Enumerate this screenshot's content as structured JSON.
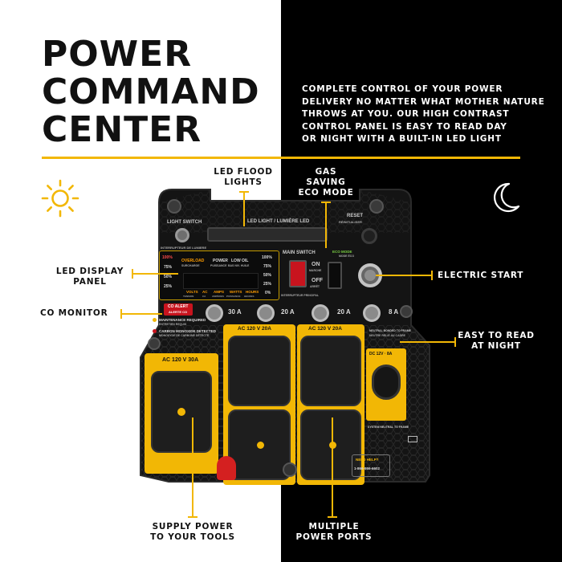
{
  "headline": [
    "POWER",
    "COMMAND",
    "CENTER"
  ],
  "intro_lines": [
    "COMPLETE CONTROL OF YOUR POWER",
    "DELIVERY NO MATTER WHAT MOTHER NATURE",
    "THROWS AT YOU. OUR HIGH CONTRAST",
    "CONTROL PANEL IS EASY TO READ DAY",
    "OR NIGHT WITH A BUILT-IN LED LIGHT"
  ],
  "icons": {
    "day": "sun-icon",
    "night": "crescent-moon-icon"
  },
  "callouts": {
    "led_flood": [
      "LED FLOOD",
      "LIGHTS"
    ],
    "gas_saving": [
      "GAS",
      "SAVING",
      "ECO MODE"
    ],
    "led_display": [
      "LED DISPLAY",
      "PANEL"
    ],
    "electric_start": [
      "ELECTRIC START"
    ],
    "co_monitor": [
      "CO MONITOR"
    ],
    "easy_read": [
      "EASY TO READ",
      "AT NIGHT"
    ],
    "supply_power": [
      "SUPPLY POWER",
      "TO YOUR TOOLS"
    ],
    "multiple_ports": [
      "MULTIPLE",
      "POWER PORTS"
    ]
  },
  "panel": {
    "light_switch": "LIGHT SWITCH",
    "light_switch_fr": "INTERRUPTEUR DE LUMIERE",
    "led_light": "LED LIGHT / LUMIÈRE LED",
    "reset": "RESET",
    "reset_fr": "RÉINITIALISER",
    "main_switch": "MAIN SWITCH",
    "main_switch_fr": "INTERRUPTEUR PRINCIPAL",
    "on": "ON",
    "on_fr": "MARCHE",
    "off": "OFF",
    "off_fr": "ARRÊT",
    "eco_mode": "ECO MODE",
    "eco_mode_fr": "MODE ÉCO",
    "fuel_levels": [
      "100%",
      "75%",
      "50%",
      "25%"
    ],
    "output_levels": [
      "100%",
      "75%",
      "50%",
      "25%",
      "0%"
    ],
    "warnings": [
      "OVERLOAD",
      "POWER",
      "LOW OIL"
    ],
    "warnings_fr": [
      "SURCHARGE",
      "PUISSANCE",
      "BAS NIV. HUILE"
    ],
    "readouts": [
      "VOLTS",
      "AC",
      "AMPS",
      "WATTS",
      "HOURS"
    ],
    "readouts_fr": [
      "TENSION",
      "CA",
      "AMPÈRES",
      "PUISSANCE",
      "HEURES"
    ],
    "co_alert": "CO ALERT",
    "co_alert_fr": "ALERTE CO",
    "maintenance": "MAINTENANCE REQUIRED",
    "maintenance_fr": "ENTRETIEN REQUIS",
    "co_detected": "CARBON MONOXIDE DETECTED",
    "co_detected_fr": "MONOXYDE DE CARBONE DÉTECTÉ",
    "breakers": [
      "30 A",
      "20 A",
      "20 A",
      "8 A"
    ],
    "outlet_30a": "AC 120 V 30A",
    "outlet_20a_1": "AC 120 V 20A",
    "outlet_20a_2": "AC 120 V 20A",
    "neutral": "NEUTRAL BONDED TO FRAME",
    "neutral_fr": "NEUTRE RELIÉ AU CADRE",
    "dc": "DC 12V · 8A",
    "system_ground": "SYSTEM NEUTRAL TO FRAME",
    "need_help": "NEED HELP?",
    "phone": "1-866-956-6602"
  },
  "colors": {
    "accent": "#f2b705",
    "panel_face": "#141414",
    "outlet_plate": "#f2b705",
    "light_bg": "#ffffff",
    "dark_bg": "#000000"
  }
}
